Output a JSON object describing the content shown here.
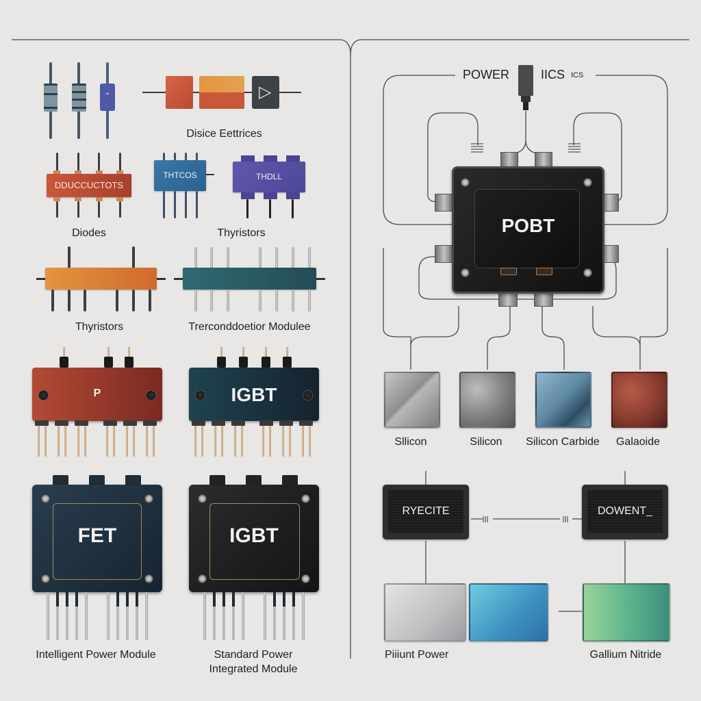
{
  "left_panel": {
    "row1": {
      "label": "Disice Eettrices",
      "components": [
        "resistor-1",
        "resistor-2",
        "diode-blue",
        "series-chain"
      ]
    },
    "row2": {
      "diodes": {
        "chip_text": "DDUCCUCTOTS",
        "label": "Diodes"
      },
      "thyristors": {
        "chip1_text": "THTCOS",
        "chip2_text": "THDLL",
        "label": "Thyristors"
      }
    },
    "row3": {
      "thyristors_bar": {
        "label": "Thyristors"
      },
      "module_bar": {
        "label": "Trerconddoetior Modulee"
      }
    },
    "row4": {
      "p_module": {
        "chip_text": "P"
      },
      "igbt_module": {
        "chip_text": "IGBT"
      }
    },
    "row5": {
      "fet_module": {
        "chip_text": "FET",
        "label": "Intelligent Power Module"
      },
      "igbt_large": {
        "chip_text": "IGBT",
        "label_line1": "Standard Power",
        "label_line2": "Integrated Module"
      }
    }
  },
  "right_panel": {
    "header": {
      "title_left": "POWER",
      "title_right": "IICS",
      "subtitle": "ICS"
    },
    "main_chip": {
      "chip_text": "POBT"
    },
    "materials": [
      {
        "label": "Sllicon",
        "color": "#9a9a9a"
      },
      {
        "label": "Silicon",
        "color": "#7c7c7c"
      },
      {
        "label": "Silicon Carbide",
        "color": "#5d86a0"
      },
      {
        "label": "Galaoide",
        "color": "#8a3d30"
      }
    ],
    "displays": [
      {
        "text": "RYECITE"
      },
      {
        "text": "DOWENT_"
      }
    ],
    "bottom_tiles": {
      "left_label": "Piiiunt Power",
      "right_label": "Gallium Nitride",
      "colors": [
        "#c9cacc",
        "#3f95c4",
        "#5fb58e"
      ]
    }
  },
  "colors": {
    "background": "#e8e7e6",
    "wire": "#444444",
    "chip_dark": "#1a1a1a",
    "chip_teal": "#1f3b46",
    "chip_red": "#a53b2a",
    "accent_orange": "#e08a35"
  }
}
